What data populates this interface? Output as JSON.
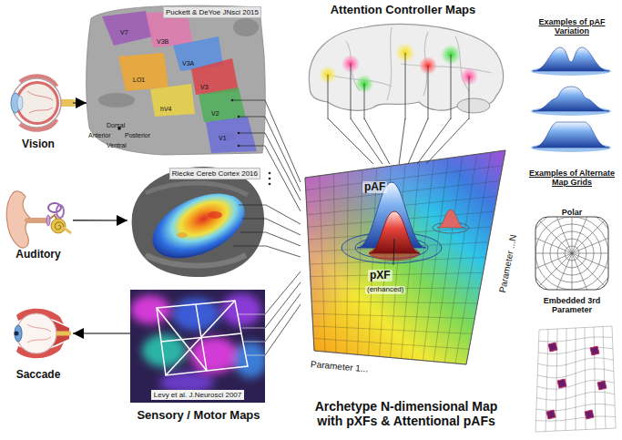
{
  "diagram": {
    "nodes": [
      {
        "text": [
          "Vision"
        ]
      },
      {
        "text": [
          "Puckett & DeYoe JNsci 2015"
        ]
      },
      {
        "text": [
          "Auditory"
        ]
      },
      {
        "text": [
          "Riecke Cereb Cortex 2016"
        ]
      },
      {
        "text": [
          "Saccade"
        ]
      },
      {
        "text": [
          "Levy et al. J.Neurosci 2007"
        ]
      },
      {
        "text": [
          "Attention Controller Maps"
        ]
      },
      {
        "text": [
          "Archetype N-dimensional Map with pXFs & Attentional pAFs"
        ]
      }
    ],
    "edges": [
      {
        "from": 0,
        "to": 1,
        "arrow": "to"
      },
      {
        "from": 2,
        "to": 3,
        "arrow": "to"
      },
      {
        "from": 5,
        "to": 4,
        "arrow": "to"
      },
      {
        "from": 1,
        "to": 7,
        "arrow": "none"
      },
      {
        "from": 3,
        "to": 7,
        "arrow": "none"
      },
      {
        "from": 5,
        "to": 7,
        "arrow": "none"
      },
      {
        "from": 6,
        "to": 7,
        "arrow": "none"
      }
    ],
    "labels": [
      "V7",
      "V3B",
      "V3A",
      "LO1",
      "V3",
      "V2",
      "V1",
      "hV4",
      "Dorsal",
      "Anterior",
      "Posterior",
      "Ventral",
      "Sensory / Motor Maps",
      "pAF",
      "pXF",
      "(enhanced)",
      "Parameter 1...",
      "Parameter ...N",
      "Examples of pAF Variation",
      "Examples of Alternate Map Grids",
      "Polar",
      "Embedded 3rd Parameter"
    ]
  }
}
